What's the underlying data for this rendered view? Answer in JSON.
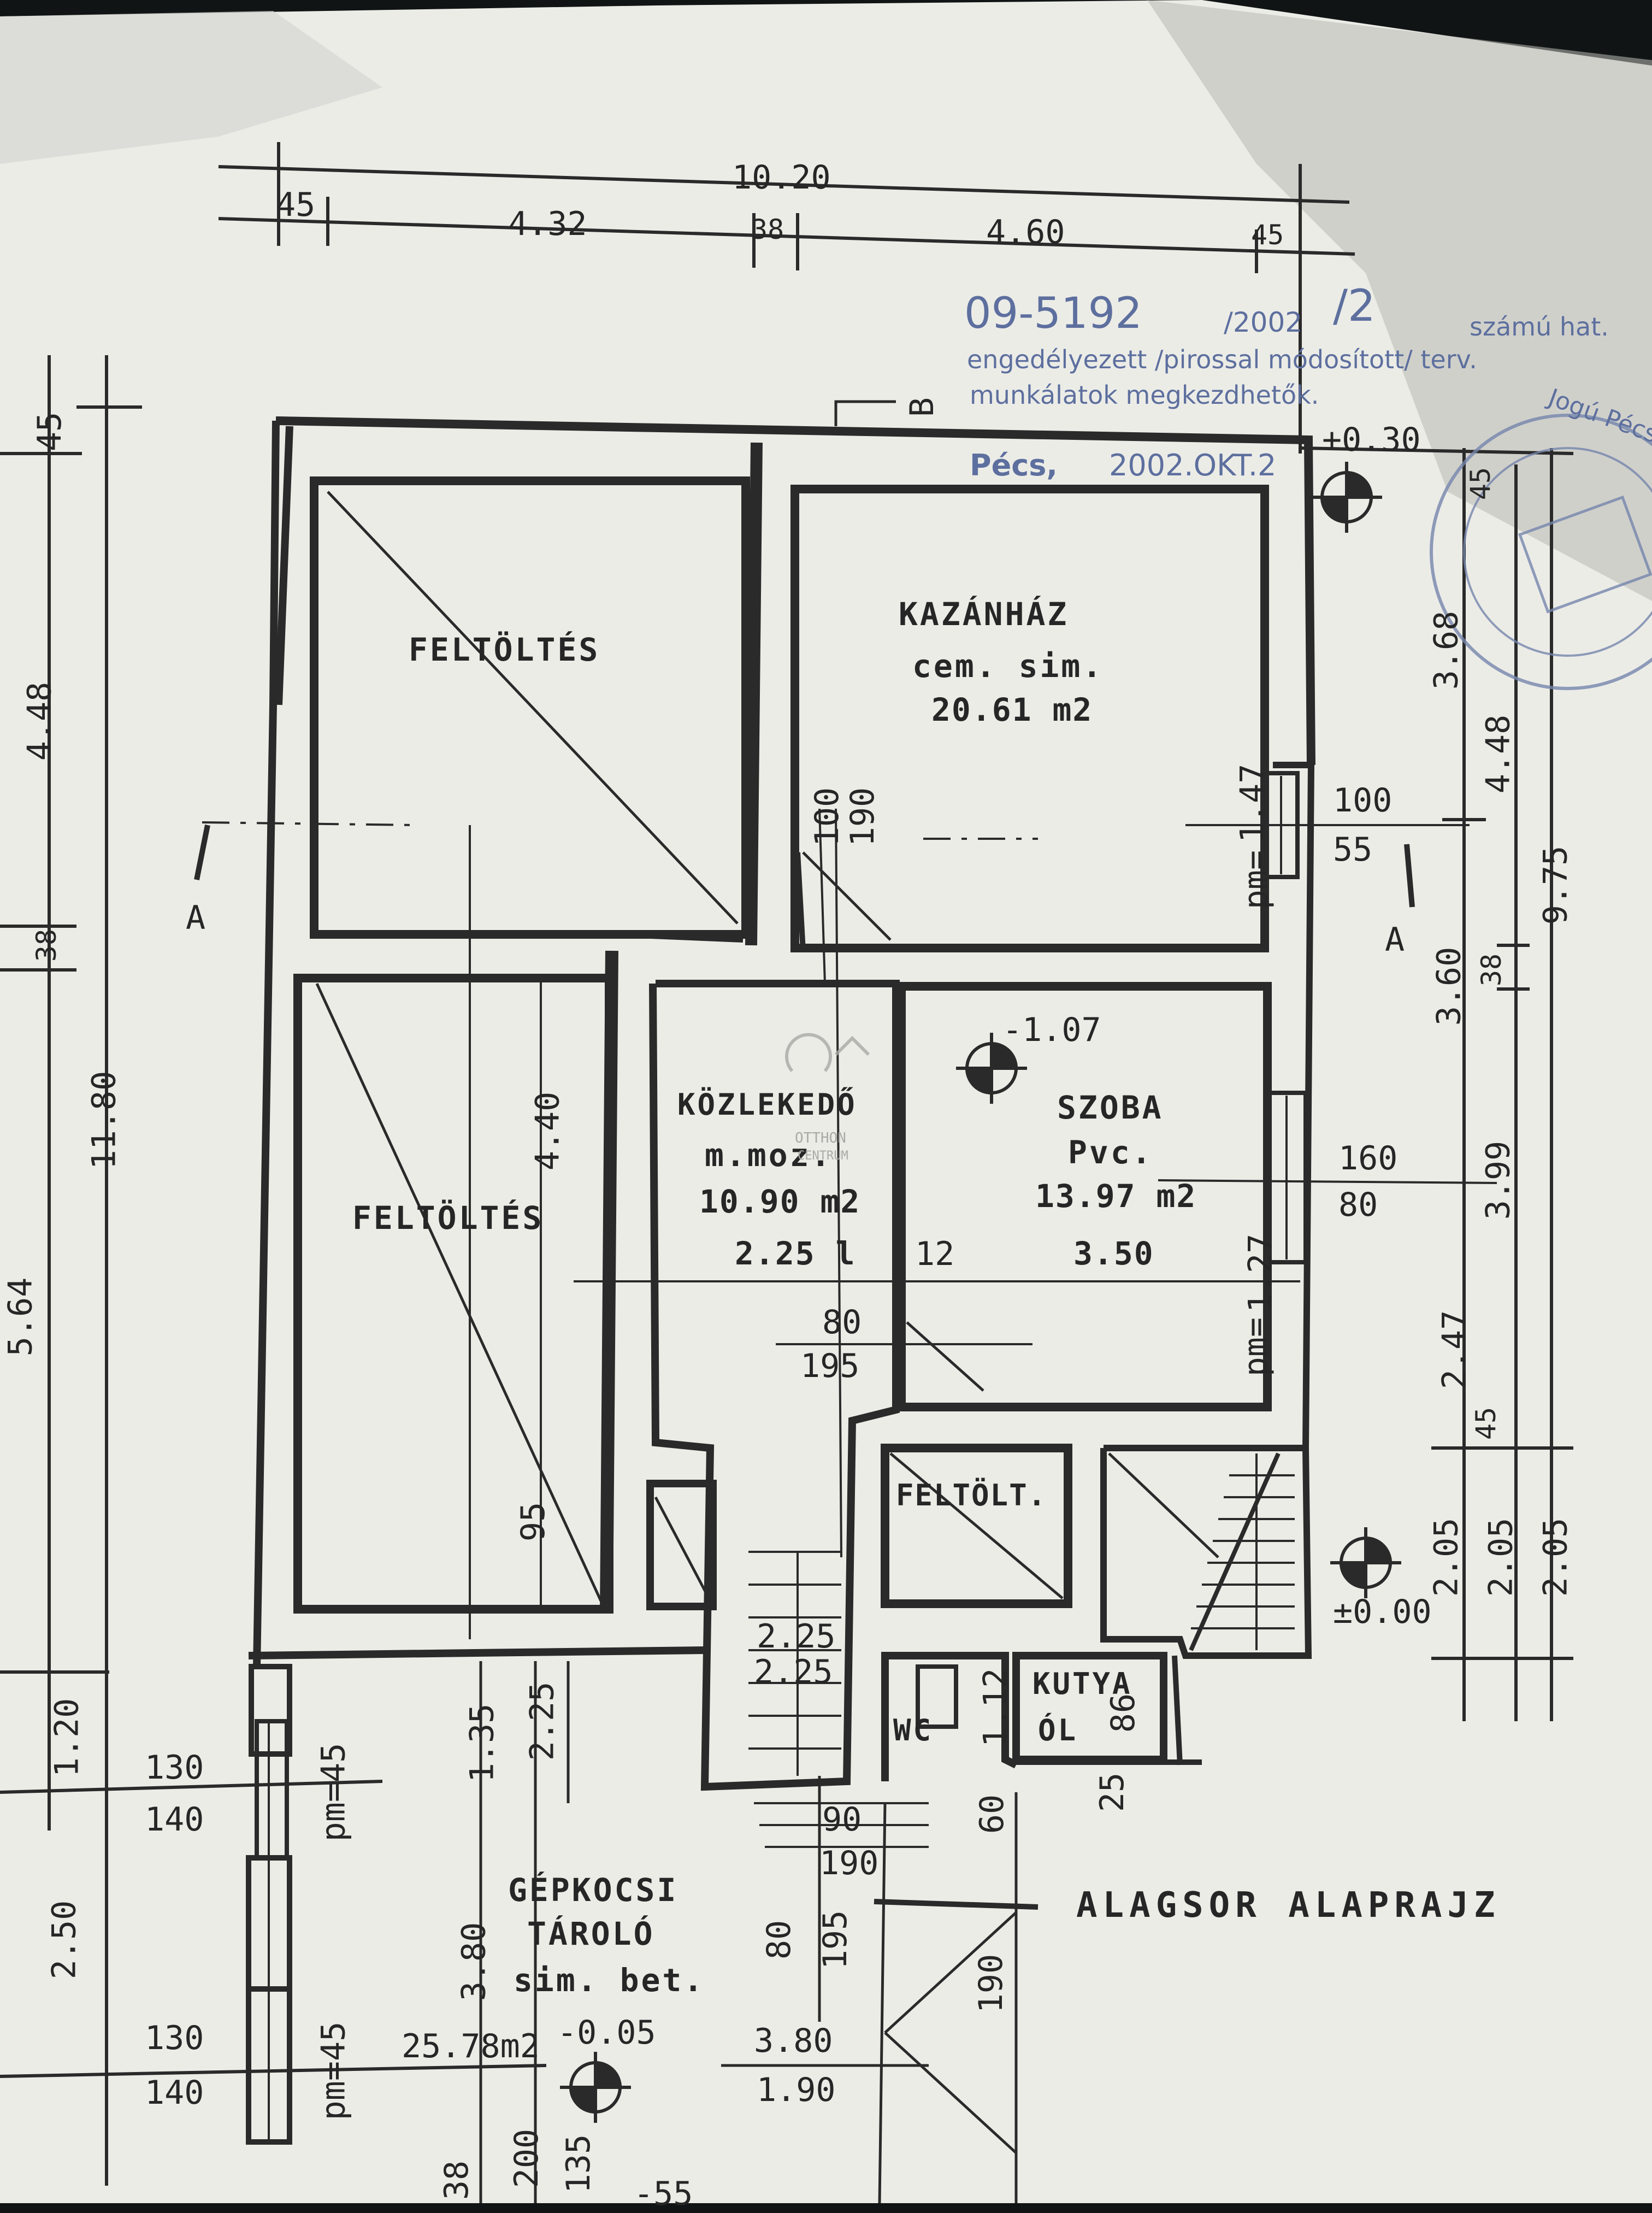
{
  "plan_title": "ALAGSOR ALAPRAJZ",
  "rooms": {
    "feltoltes_top": "FELTÖLTÉS",
    "feltoltes_left": "FELTÖLTÉS",
    "kazanhaz": {
      "name": "KAZÁNHÁZ",
      "floor": "cem. sim.",
      "area": "20.61 m2"
    },
    "kozlekedo": {
      "name": "KÖZLEKEDŐ",
      "floor": "m.moz.",
      "area": "10.90 m2",
      "height": "2.25 l"
    },
    "szoba": {
      "name": "SZOBA",
      "floor": "Pvc.",
      "area": "13.97 m2",
      "height": "3.50"
    },
    "feltolt_small": "FELTÖLT.",
    "wc": "WC",
    "kutya_ol": {
      "line1": "KUTYA",
      "line2": "ÓL"
    },
    "garage": {
      "line1": "GÉPKOCSI",
      "line2": "TÁROLÓ",
      "floor": "sim. bet.",
      "level": "-0.05",
      "area": "25.78m2"
    }
  },
  "dimensions": {
    "top_total": "10.20",
    "top_segments": [
      "45",
      "4.32",
      "38",
      "4.60",
      "45"
    ],
    "left_outer": [
      "45",
      "4.48",
      "38",
      "11.80",
      "5.64",
      "1.20",
      "2.50"
    ],
    "right_outer": [
      "45",
      "3.68",
      "4.48",
      "38",
      "3.60",
      "9.75",
      "3.99",
      "2.47",
      "45",
      "2.05",
      "2.05",
      "2.05"
    ],
    "misc": [
      "1.47",
      "pm=",
      "100",
      "55",
      "100",
      "190",
      "4.40",
      "95",
      "160",
      "80",
      "1.27",
      "pm=",
      "12",
      "80",
      "195",
      "2.25",
      "2.25",
      "1.35",
      "130",
      "140",
      "pm=45",
      "130",
      "140",
      "pm=45",
      "3.80",
      "90",
      "190",
      "80",
      "195",
      "190",
      "3.80",
      "1.90",
      "60",
      "1.12",
      "86",
      "25",
      "200",
      "135",
      "38",
      "-55",
      "2.25"
    ]
  },
  "levels": {
    "top": "+0.30",
    "mid": "-1.07",
    "ground": "±0.00"
  },
  "section_marks": {
    "a": "A",
    "b": "B"
  },
  "stamp": {
    "number": "09-5192",
    "year": "/2002",
    "fraction": "/2",
    "suffix": "számú hat.",
    "line2": "engedélyezett /pirossal módosított/ terv.",
    "line3": "munkálatok megkezdhetők.",
    "city": "Pécs,",
    "date": "2002.OKT.2",
    "round": "Jogú Pécs"
  },
  "watermark": {
    "line1": "OTTHON",
    "line2": "CENTRUM"
  }
}
